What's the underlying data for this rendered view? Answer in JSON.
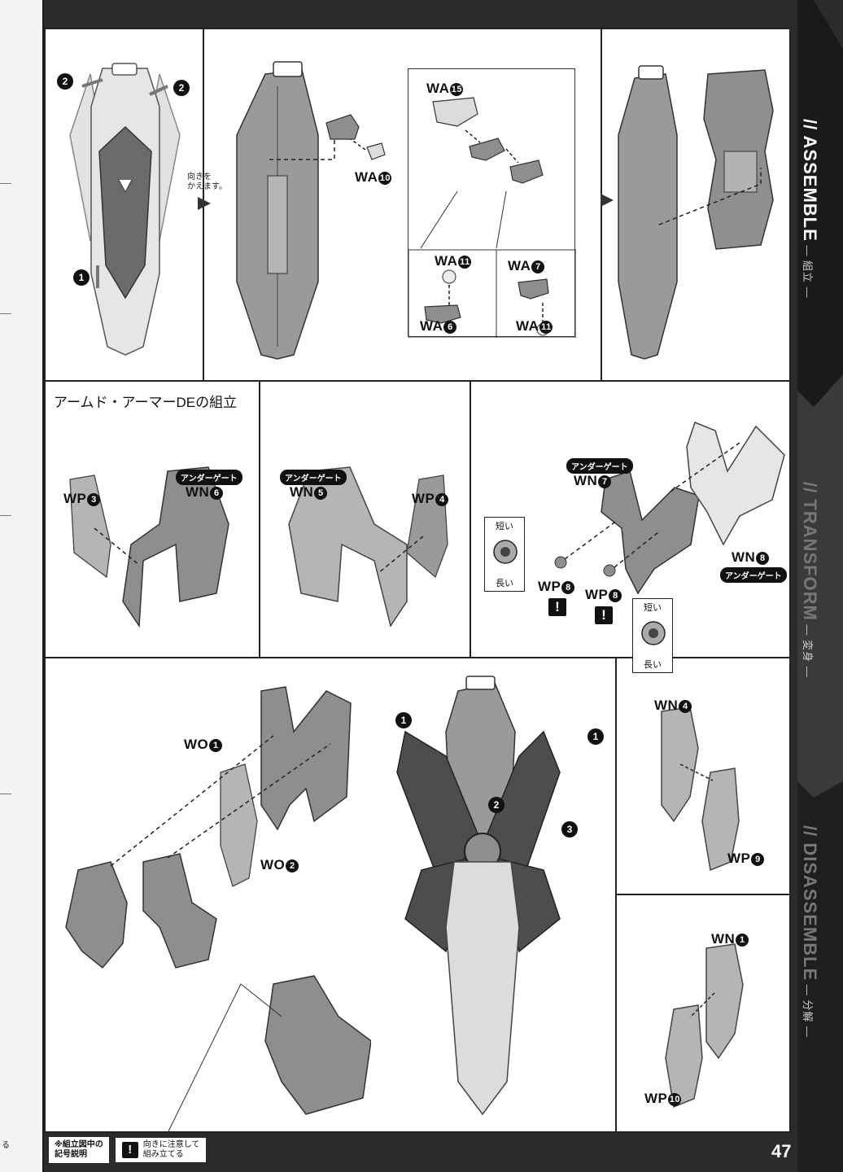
{
  "page": {
    "number": "47",
    "edge_fragment": "る"
  },
  "sidebar": [
    {
      "title": "ASSEMBLE",
      "sub": "組立"
    },
    {
      "title": "TRANSFORM",
      "sub": "変身"
    },
    {
      "title": "DISASSEMBLE",
      "sub": "分解"
    }
  ],
  "top_row": {
    "panel1": {
      "steps": [
        "1",
        "2",
        "2"
      ]
    },
    "turn_note_line1": "向きを",
    "turn_note_line2": "かえます。",
    "panel2": {
      "part": "WA",
      "num": "10"
    },
    "panel3": {
      "main_parts": [
        {
          "part": "WA",
          "num": "15"
        }
      ],
      "sub_left": [
        {
          "part": "WA",
          "num": "11"
        },
        {
          "part": "WA",
          "num": "6"
        }
      ],
      "sub_right": [
        {
          "part": "WA",
          "num": "7"
        },
        {
          "part": "WA",
          "num": "11"
        }
      ]
    }
  },
  "middle_row": {
    "section_title": "アームド・アーマーDEの組立",
    "panelA": {
      "tag": "アンダーゲート",
      "parts": [
        {
          "part": "WP",
          "num": "3"
        },
        {
          "part": "WN",
          "num": "6"
        }
      ]
    },
    "panelB": {
      "tag": "アンダーゲート",
      "parts": [
        {
          "part": "WN",
          "num": "5"
        },
        {
          "part": "WP",
          "num": "4"
        }
      ]
    },
    "panelC": {
      "tag_top": "アンダーゲート",
      "tag_bottom": "アンダーゲート",
      "parts": [
        {
          "part": "WN",
          "num": "7"
        },
        {
          "part": "WN",
          "num": "8"
        },
        {
          "part": "WP",
          "num": "8"
        },
        {
          "part": "WP",
          "num": "8"
        }
      ],
      "measure_short": "短い",
      "measure_long": "長い",
      "warn_symbol": "!"
    }
  },
  "bottom_row": {
    "panelD": {
      "parts": [
        {
          "part": "WO",
          "num": "1"
        },
        {
          "part": "WO",
          "num": "2"
        }
      ]
    },
    "panelE": {
      "steps": [
        "1",
        "1",
        "2",
        "3"
      ]
    },
    "panelF": {
      "parts": [
        {
          "part": "WN",
          "num": "4"
        },
        {
          "part": "WP",
          "num": "9"
        }
      ]
    },
    "panelG": {
      "parts": [
        {
          "part": "WN",
          "num": "1"
        },
        {
          "part": "WP",
          "num": "10"
        }
      ]
    }
  },
  "footer": {
    "legend_title_line1": "※組立図中の",
    "legend_title_line2": "記号説明",
    "warn_symbol": "!",
    "warn_desc_line1": "向きに注意して",
    "warn_desc_line2": "組み立てる"
  },
  "colors": {
    "page_bg": "#2b2b2b",
    "panel_bg": "#ffffff",
    "part_gray": "#8a8a8a",
    "part_light": "#cfcfcf",
    "part_dark": "#4d4d4d"
  }
}
